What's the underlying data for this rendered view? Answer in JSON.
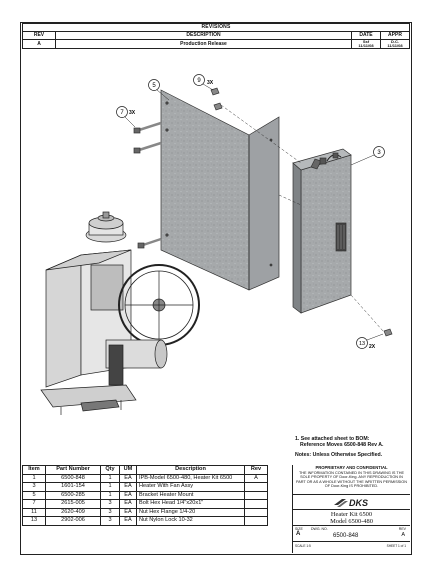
{
  "revisions": {
    "title": "REVISIONS",
    "headers": {
      "rev": "REV",
      "description": "DESCRIPTION",
      "date": "DATE",
      "appr": "APPR"
    },
    "row": {
      "rev": "A",
      "description": "Production Release",
      "date_top": "Ssf",
      "date": "11/11/08",
      "appr_top": "D.C.",
      "appr": "11/11/08"
    }
  },
  "callouts": {
    "c5": "5",
    "c9": "9",
    "c9_qty": "3X",
    "c7": "7",
    "c7_qty": "3X",
    "c3": "3",
    "c13": "13",
    "c13_qty": "2X"
  },
  "notes": {
    "line1": "1. See attached sheet to BOM:",
    "line2": "Reference Moves 6500-848 Rev A.",
    "line3": "Notes: Unless Otherwise Specified."
  },
  "bom": {
    "headers": [
      "Item",
      "Part Number",
      "Qty",
      "UM",
      "Description",
      "Rev"
    ],
    "rows": [
      [
        "1",
        "6500-848",
        "1",
        "EA",
        "IPB-Model 6500-480, Heater Kit 6500",
        "A"
      ],
      [
        "3",
        "1601-154",
        "1",
        "EA",
        "Heater With Fan Assy",
        ""
      ],
      [
        "5",
        "6500-285",
        "1",
        "EA",
        "Bracket Heater Mount",
        ""
      ],
      [
        "7",
        "2615-005",
        "3",
        "EA",
        "Bolt Hex Head 1/4\"x20x1\"",
        ""
      ],
      [
        "11",
        "2620-409",
        "3",
        "EA",
        "Nut Hex Flange 1/4-20",
        ""
      ],
      [
        "13",
        "2902-006",
        "3",
        "EA",
        "Nut Nylon Lock 10-32",
        ""
      ]
    ]
  },
  "title_block": {
    "prop_title": "PROPRIETARY AND CONFIDENTIAL",
    "prop_text": "THE INFORMATION CONTAINED IN THIS DRAWING IS THE SOLE PROPERTY OF Door-King. ANY REPRODUCTION IN PART OR AS A WHOLE WITHOUT THE WRITTEN PERMISSION OF Door-King IS PROHIBITED.",
    "logo": "DKS",
    "kit_line1": "Heater Kit 6500",
    "kit_line2": "Model 6500-480",
    "size_label": "SIZE",
    "size": "A",
    "dwg_label": "DWG. NO.",
    "dwg_no": "6500-848",
    "rev_label": "REV",
    "rev": "A",
    "scale": "SCALE 1:5",
    "sheet": "SHEET 1 of 1"
  },
  "colors": {
    "line": "#222222",
    "metal": "#a9acae",
    "metal_dark": "#7d8184",
    "motor": "#d6d6d6"
  }
}
